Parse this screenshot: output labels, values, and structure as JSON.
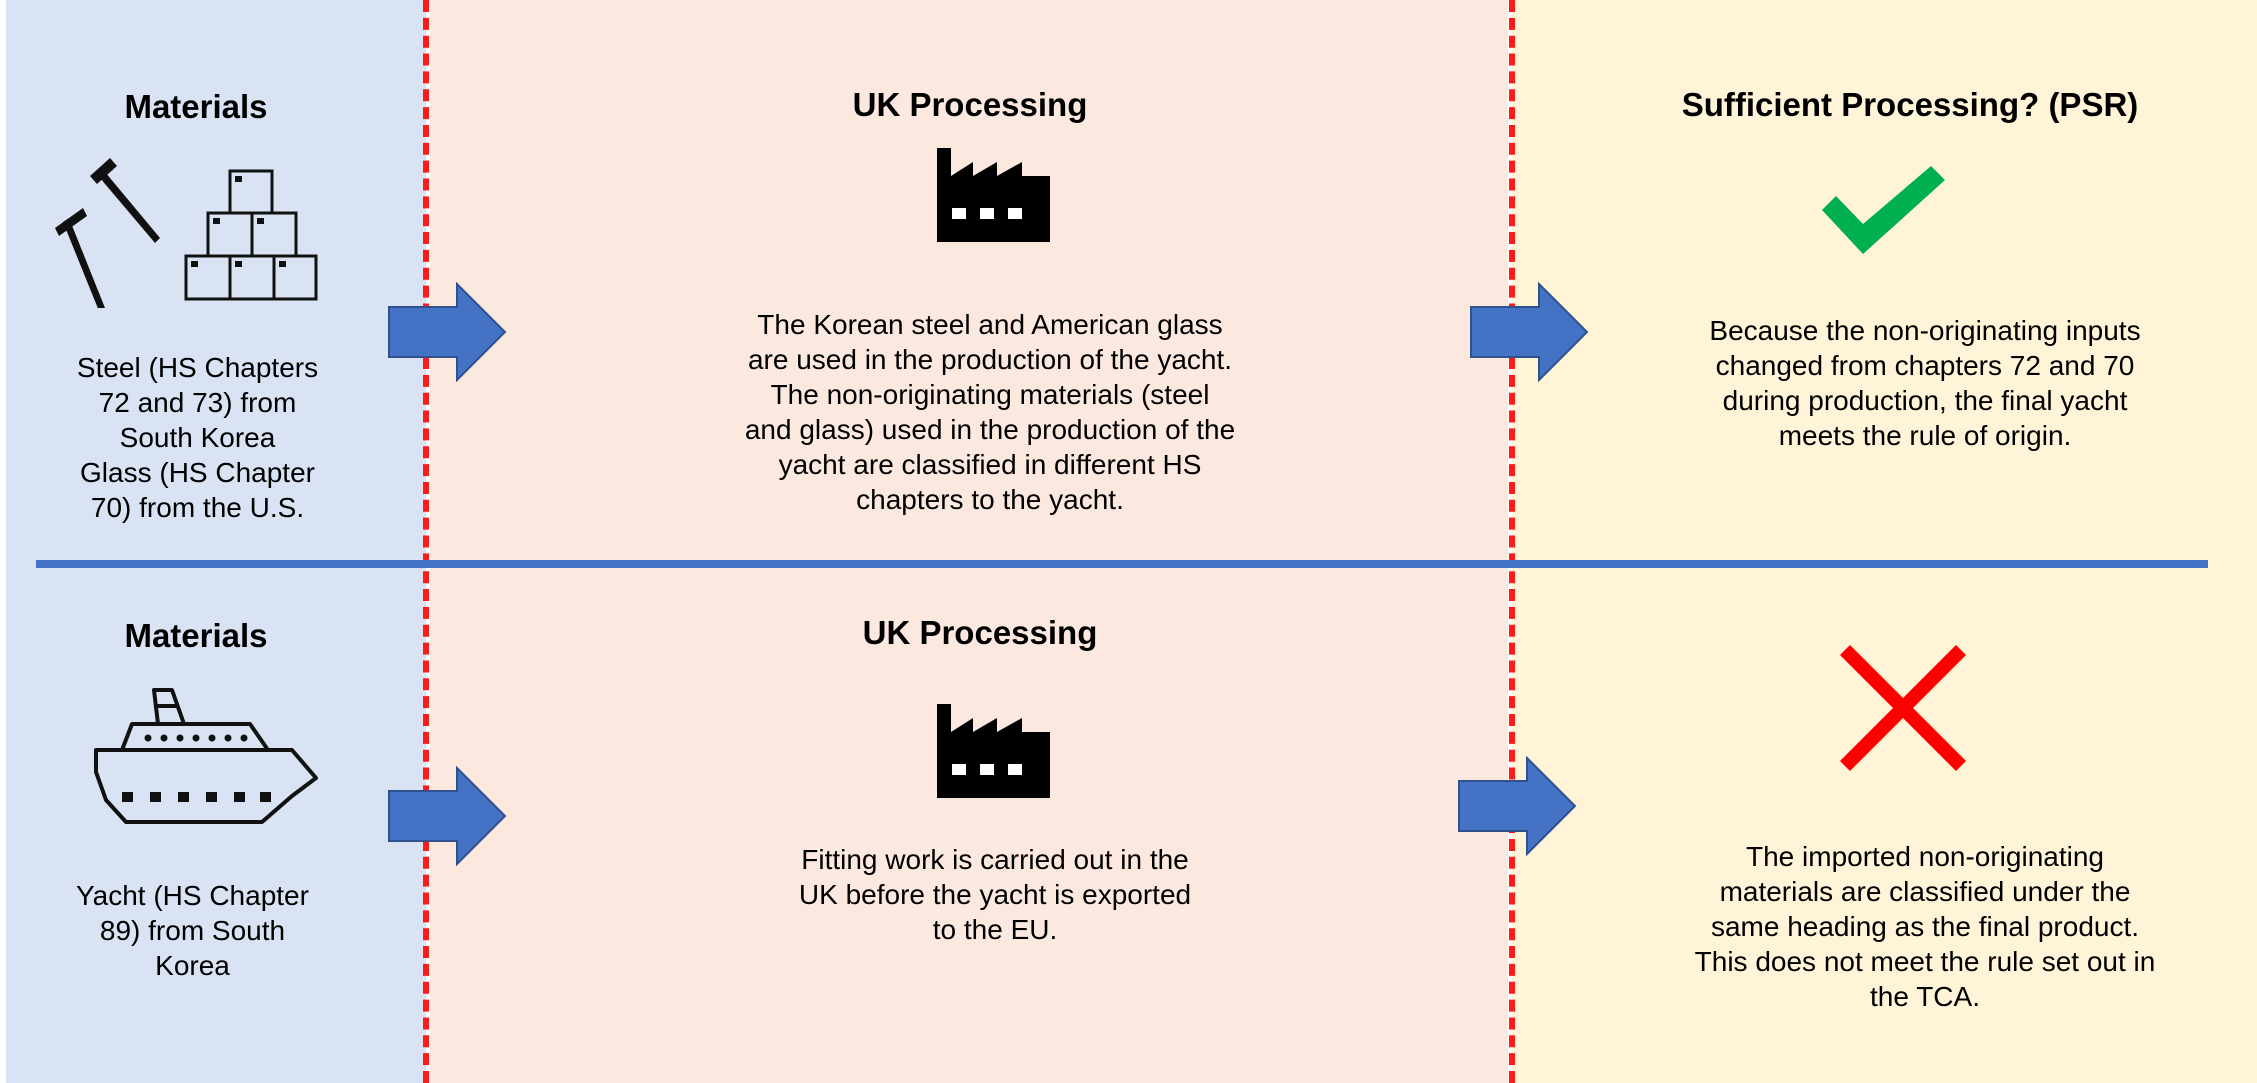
{
  "row1": {
    "materials": {
      "title": "Materials",
      "lines": [
        "Steel (HS Chapters",
        "72 and 73) from",
        "South Korea",
        "Glass (HS Chapter",
        "70) from the U.S."
      ],
      "icons": [
        "hammers-icon",
        "boxes-icon"
      ]
    },
    "processing": {
      "title": "UK Processing",
      "lines": [
        "The Korean steel and American glass",
        "are used in the production of the yacht.",
        "The non-originating materials (steel",
        "and glass) used in the production of the",
        "yacht are classified in different HS",
        "chapters to the yacht."
      ],
      "icon": "factory-icon"
    },
    "psr": {
      "title": "Sufficient  Processing? (PSR)",
      "lines": [
        "Because the non-originating inputs",
        "changed from chapters 72 and 70",
        "during production, the final yacht",
        "meets the rule of origin."
      ],
      "icon": "check-icon",
      "result_color": "#00b050"
    }
  },
  "row2": {
    "materials": {
      "title": "Materials",
      "lines": [
        "Yacht (HS Chapter",
        "89) from South",
        "Korea"
      ],
      "icon": "yacht-icon"
    },
    "processing": {
      "title": "UK Processing",
      "lines": [
        "Fitting work is carried out in the",
        "UK before the yacht is exported",
        "to the EU."
      ],
      "icon": "factory-icon"
    },
    "psr": {
      "lines": [
        "The imported non-originating",
        "materials are classified under the",
        "same heading as the final product.",
        "This does not meet the rule set out in",
        "the TCA."
      ],
      "icon": "cross-icon",
      "result_color": "#ff0000"
    }
  },
  "colors": {
    "materials_bg": "#dae3f3",
    "processing_bg": "#fbe9e0",
    "psr_bg": "#fff4d7",
    "arrow": "#4472c4",
    "divider": "#4472c4",
    "dash": "#ff1a1a"
  }
}
